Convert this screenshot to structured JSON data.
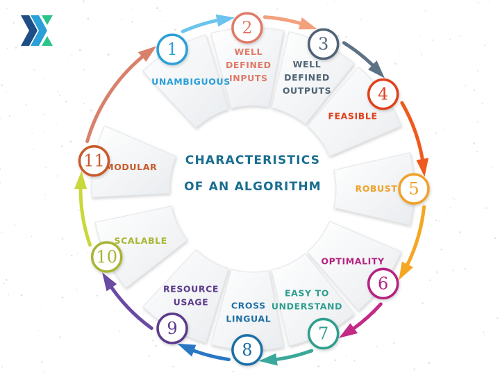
{
  "title": {
    "line1": "CHARACTERISTICS",
    "line2": "OF AN ALGORITHM",
    "color": "#1a6e8f"
  },
  "logo": {
    "icon": "x-logo-icon",
    "colors": [
      "#1f4e86",
      "#2bc48a"
    ]
  },
  "items": [
    {
      "number": "1",
      "lines": [
        "UNAMBIGUOUS"
      ],
      "color": "#2a9fd8",
      "arrow_color": "#6cc4ee"
    },
    {
      "number": "2",
      "lines": [
        "WELL",
        "DEFINED",
        "INPUTS"
      ],
      "color": "#e07a68",
      "arrow_color": "#f3a07d"
    },
    {
      "number": "3",
      "lines": [
        "WELL",
        "DEFINED",
        "OUTPUTS"
      ],
      "color": "#4f6475",
      "arrow_color": "#5e7286"
    },
    {
      "number": "4",
      "lines": [
        "FEASIBLE"
      ],
      "color": "#e0401c",
      "arrow_color": "#ee5a1e"
    },
    {
      "number": "5",
      "lines": [
        "ROBUST"
      ],
      "color": "#f0a12a",
      "arrow_color": "#f5a623"
    },
    {
      "number": "6",
      "lines": [
        "OPTIMALITY"
      ],
      "color": "#b4227f",
      "arrow_color": "#c22a86"
    },
    {
      "number": "7",
      "lines": [
        "EASY TO",
        "UNDERSTAND"
      ],
      "color": "#2f9e8f",
      "arrow_color": "#3aa89a"
    },
    {
      "number": "8",
      "lines": [
        "CROSS",
        "LINGUAL"
      ],
      "color": "#1d6fa5",
      "arrow_color": "#2a78c4"
    },
    {
      "number": "9",
      "lines": [
        "RESOURCE",
        "USAGE"
      ],
      "color": "#5b3b8c",
      "arrow_color": "#6a4aa2"
    },
    {
      "number": "10",
      "lines": [
        "SCALABLE"
      ],
      "color": "#a8b532",
      "arrow_color": "#c9d83a"
    },
    {
      "number": "11",
      "lines": [
        "MODULAR"
      ],
      "color": "#c75a2a",
      "arrow_color": "#d9806b"
    }
  ]
}
